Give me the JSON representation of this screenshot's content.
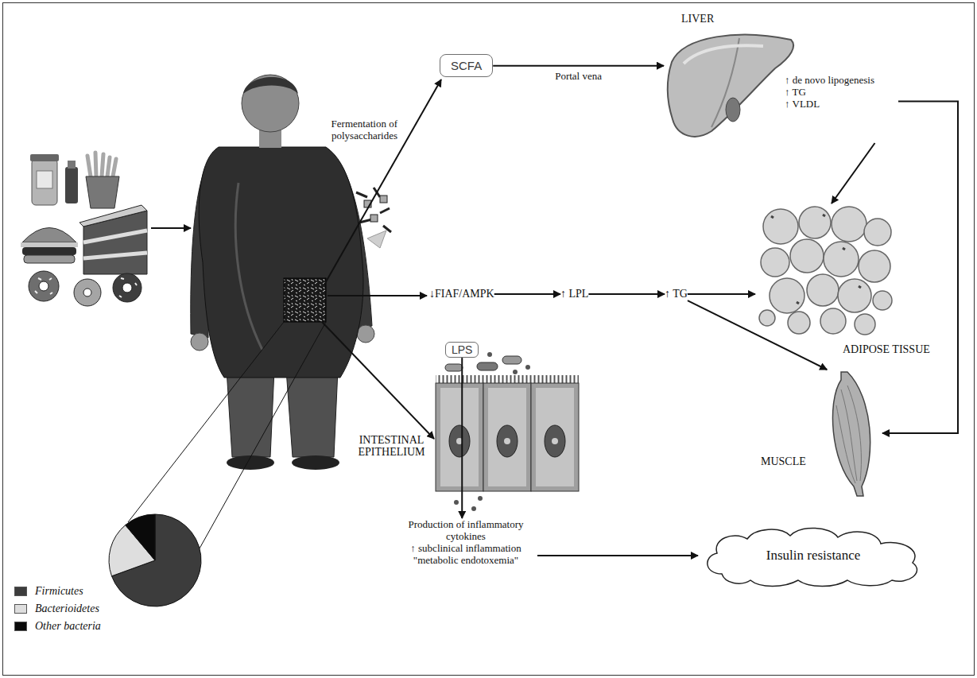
{
  "diagram": {
    "nodes": [
      {
        "text": [
          "SCFA"
        ]
      },
      {
        "text": [
          "LIVER",
          "↑ de novo lipogenesis",
          "↑ TG",
          "↑ VLDL"
        ]
      },
      {
        "text": [
          "↓FIAF/AMPK"
        ]
      },
      {
        "text": [
          "↑ LPL"
        ]
      },
      {
        "text": [
          "↑ TG"
        ]
      },
      {
        "text": [
          "ADIPOSE TISSUE"
        ]
      },
      {
        "text": [
          "MUSCLE"
        ]
      },
      {
        "text": [
          "LPS"
        ]
      },
      {
        "text": [
          "Production of inflammatory cytokines",
          "↑ subclinical inflammation",
          "\"metabolic endotoxemia\""
        ]
      },
      {
        "text": [
          "Insulin resistance"
        ]
      }
    ],
    "edges": [
      {
        "from": 0,
        "to": 1,
        "label": "Portal vena",
        "arrow": "to"
      },
      {
        "from": 1,
        "to": 5,
        "arrow": "to"
      },
      {
        "from": 1,
        "to": 6,
        "arrow": "to"
      },
      {
        "from": 2,
        "to": 3,
        "arrow": "to"
      },
      {
        "from": 3,
        "to": 4,
        "arrow": "to"
      },
      {
        "from": 4,
        "to": 5,
        "arrow": "to"
      },
      {
        "from": 4,
        "to": 6,
        "arrow": "to"
      },
      {
        "from": 7,
        "to": 8,
        "arrow": "to"
      },
      {
        "from": 8,
        "to": 9,
        "arrow": "to"
      }
    ],
    "labels": [
      "Fermentation of polysaccharides",
      "INTESTINAL EPITHELIUM"
    ],
    "legend": [
      {
        "text": "Firmicutes",
        "color": "#3c3c3c"
      },
      {
        "text": "Bacterioidetes",
        "color": "#dedede"
      },
      {
        "text": "Other bacteria",
        "color": "#0a0a0a"
      }
    ]
  }
}
